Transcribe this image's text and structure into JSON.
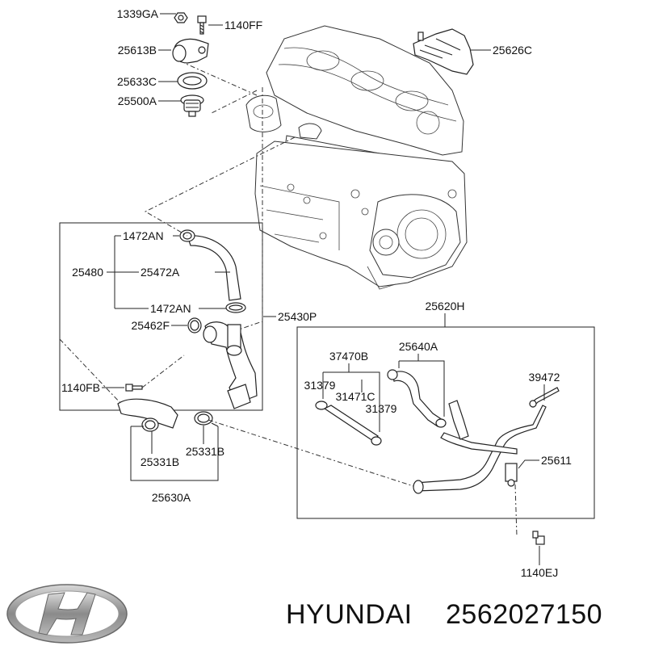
{
  "brand": {
    "name": "HYUNDAI",
    "part_number": "2562027150"
  },
  "labels": {
    "l1339GA": "1339GA",
    "l1140FF": "1140FF",
    "l25613B": "25613B",
    "l25626C": "25626C",
    "l25633C": "25633C",
    "l25500A": "25500A",
    "l1472AN_top": "1472AN",
    "l25480": "25480",
    "l25472A": "25472A",
    "l1472AN_bot": "1472AN",
    "l25430P": "25430P",
    "l25462F": "25462F",
    "l25620H": "25620H",
    "l37470B": "37470B",
    "l25640A": "25640A",
    "l31379_left": "31379",
    "l31471C": "31471C",
    "l31379_right": "31379",
    "l39472": "39472",
    "l1140FB": "1140FB",
    "l25611": "25611",
    "l25331B_left": "25331B",
    "l25331B_right": "25331B",
    "l25630A": "25630A",
    "l1140EJ": "1140EJ"
  },
  "icons": {
    "logo": "hyundai-logo-icon"
  }
}
